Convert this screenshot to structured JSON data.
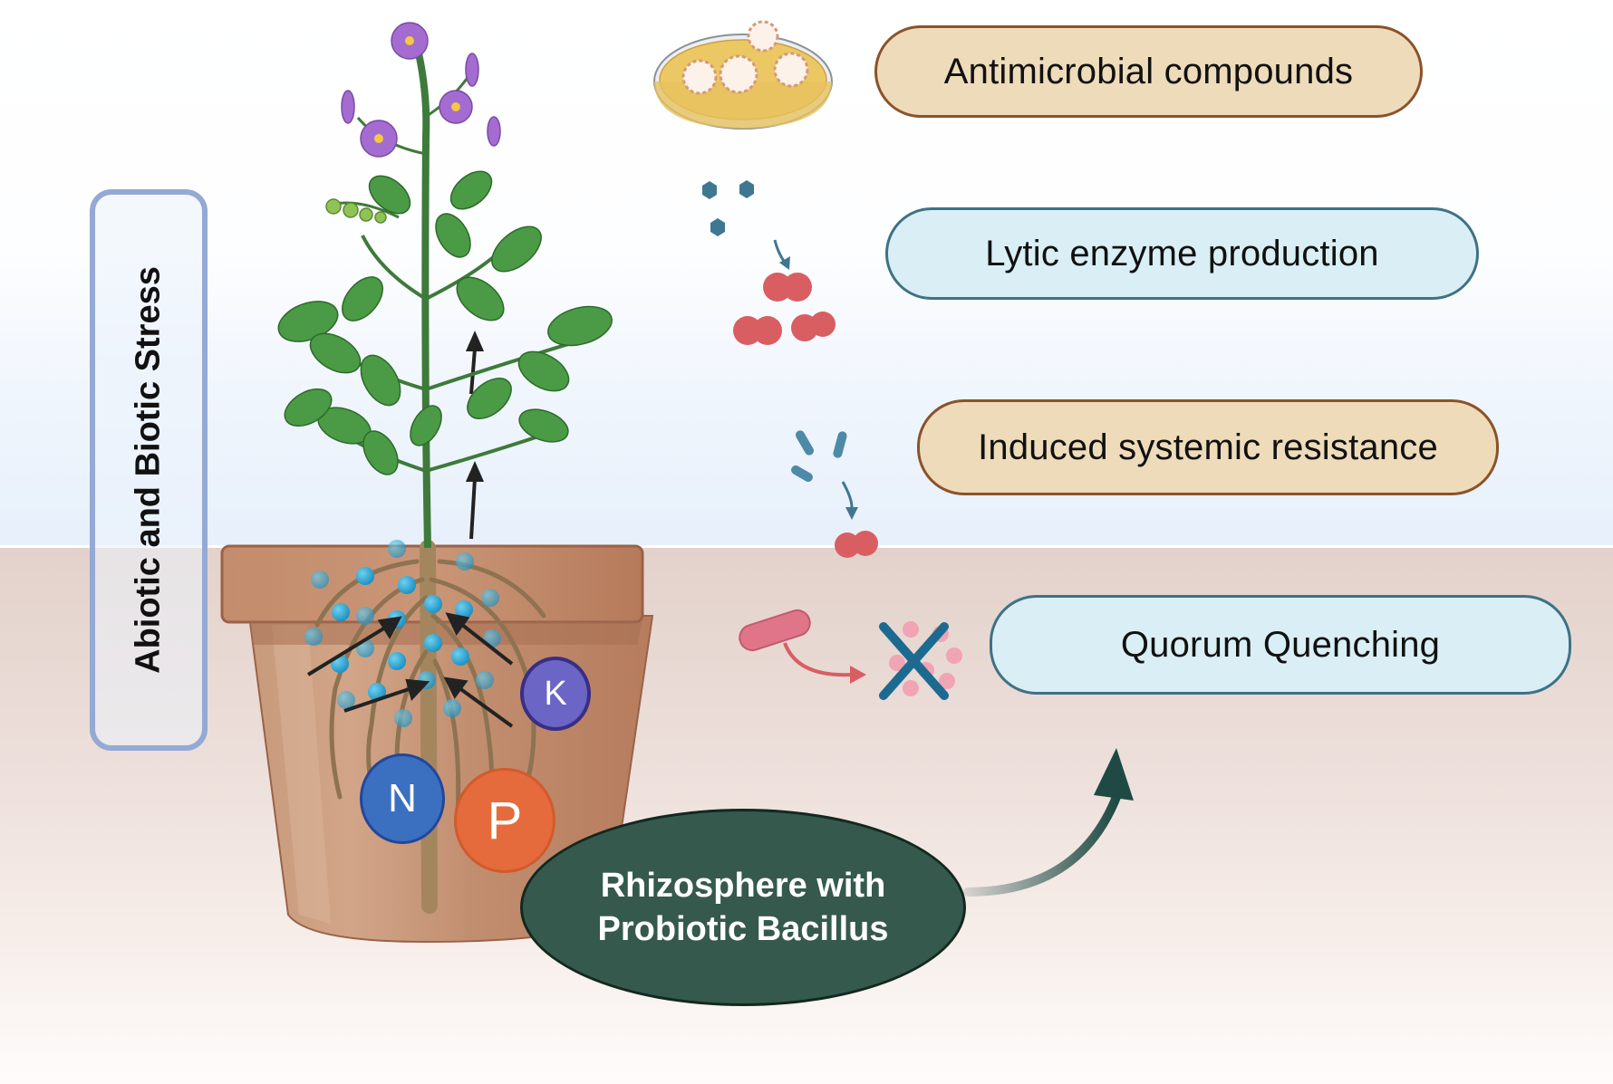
{
  "diagram": {
    "stress_label": "Abiotic and Biotic Stress",
    "mechanisms": [
      {
        "label": "Antimicrobial compounds",
        "icon": "petri-dish-icon",
        "style": "tan"
      },
      {
        "label": "Lytic enzyme production",
        "icon": "bacteriophage-lysis-icon",
        "style": "blue"
      },
      {
        "label": "Induced systemic resistance",
        "icon": "bacteria-attack-icon",
        "style": "tan"
      },
      {
        "label": "Quorum Quenching",
        "icon": "quorum-signal-blocked-icon",
        "style": "blue"
      }
    ],
    "nutrients": [
      {
        "symbol": "N",
        "color": "#3b6fc0"
      },
      {
        "symbol": "P",
        "color": "#e56b3c"
      },
      {
        "symbol": "K",
        "color": "#6b65c6"
      }
    ],
    "rhizosphere": {
      "line1": "Rhizosphere with",
      "line2": "Probiotic Bacillus"
    },
    "colors": {
      "tan_fill": "#eedbba",
      "tan_border": "#8a532a",
      "blue_fill": "#d9eff5",
      "blue_border": "#3f7185",
      "rhizo_fill": "#35594d",
      "stress_border": "#94a9d4"
    }
  }
}
